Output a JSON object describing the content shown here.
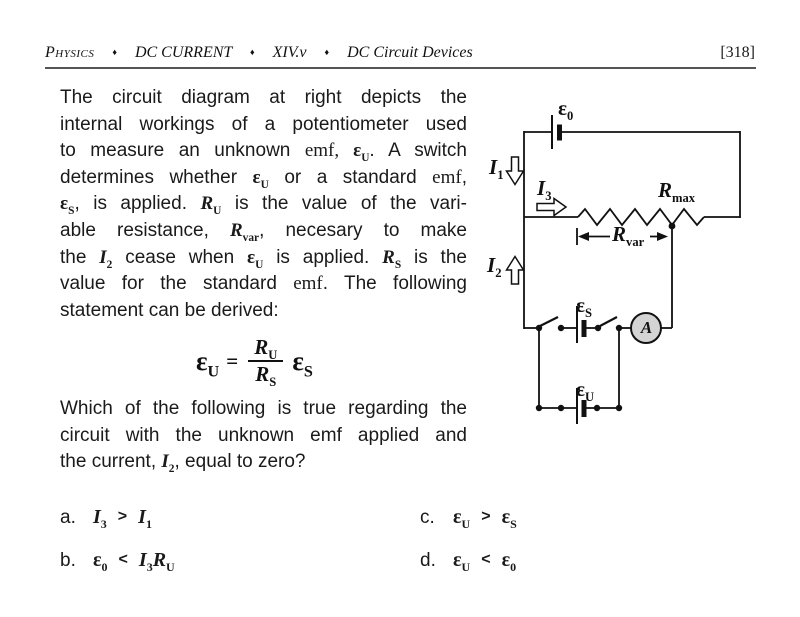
{
  "header": {
    "course": "Physics",
    "unit": "DC CURRENT",
    "section": "XIV.v",
    "topic": "DC Circuit Devices",
    "separator": "♦",
    "page_number": "[318]"
  },
  "intro": {
    "lines": [
      "The circuit diagram at right depicts the",
      "internal workings of a potentiometer used",
      "to measure an unknown <span class='mf'>emf, </span><span class='eps'>ε<sub>U</sub></span>.  A switch",
      "determines whether <span class='eps'>ε<sub>U</sub></span> or a standard <span class='mf'>emf</span>,",
      "<span class='eps'>ε<sub>S</sub></span>, is applied.  <span class='sym'>R<sub>U</sub></span> is the value of the vari-",
      "able resistance, <span class='sym'>R<sub>var</sub></span>, necesary to make",
      "the <span class='sym'>I<sub>2</sub></span> cease when <span class='eps'>ε<sub>U</sub></span> is applied.  <span class='sym'>R<sub>S</sub></span> is the",
      "value for the standard <span class='mf'>emf</span>.  The following",
      "statement can be derived:"
    ]
  },
  "equation": {
    "lhs": "ε<sub>U</sub>",
    "equals": "=",
    "numerator": "R<sub>U</sub>",
    "denominator": "R<sub>S</sub>",
    "rhs": "ε<sub>S</sub>"
  },
  "question": {
    "lines": [
      "Which of the following is true regarding the",
      "circuit with the unknown emf applied and",
      "the current, <span class='sym'>I<sub>2</sub></span>, equal to zero?"
    ]
  },
  "answers": [
    {
      "label": "a.",
      "expr": "<span class='sym'>I<sub>3</sub></span><span class='op'>&gt;</span><span class='sym'>I<sub>1</sub></span>"
    },
    {
      "label": "b.",
      "expr": "<span class='eps'>ε<sub>0</sub></span><span class='op'>&lt;</span><span class='sym'>I<sub>3</sub></span><span class='sym'>R<sub>U</sub></span>"
    },
    {
      "label": "c.",
      "expr": "<span class='eps'>ε<sub>U</sub></span><span class='op'>&gt;</span><span class='eps'>ε<sub>S</sub></span>"
    },
    {
      "label": "d.",
      "expr": "<span class='eps'>ε<sub>U</sub></span><span class='op'>&lt;</span><span class='eps'>ε<sub>0</sub></span>"
    }
  ],
  "circuit": {
    "labels": {
      "emf0": "ε<sub>0</sub>",
      "i1": "I<sub>1</sub>",
      "i3": "I<sub>3</sub>",
      "i2": "I<sub>2</sub>",
      "rmax": "R<sub>max</sub>",
      "rvar": "R<sub>var</sub>",
      "emfS": "ε<sub>S</sub>",
      "emfU": "ε<sub>U</sub>",
      "ammeter": "A"
    },
    "colors": {
      "wire": "#111111",
      "ammeter_fill": "#d4d4d4"
    }
  }
}
